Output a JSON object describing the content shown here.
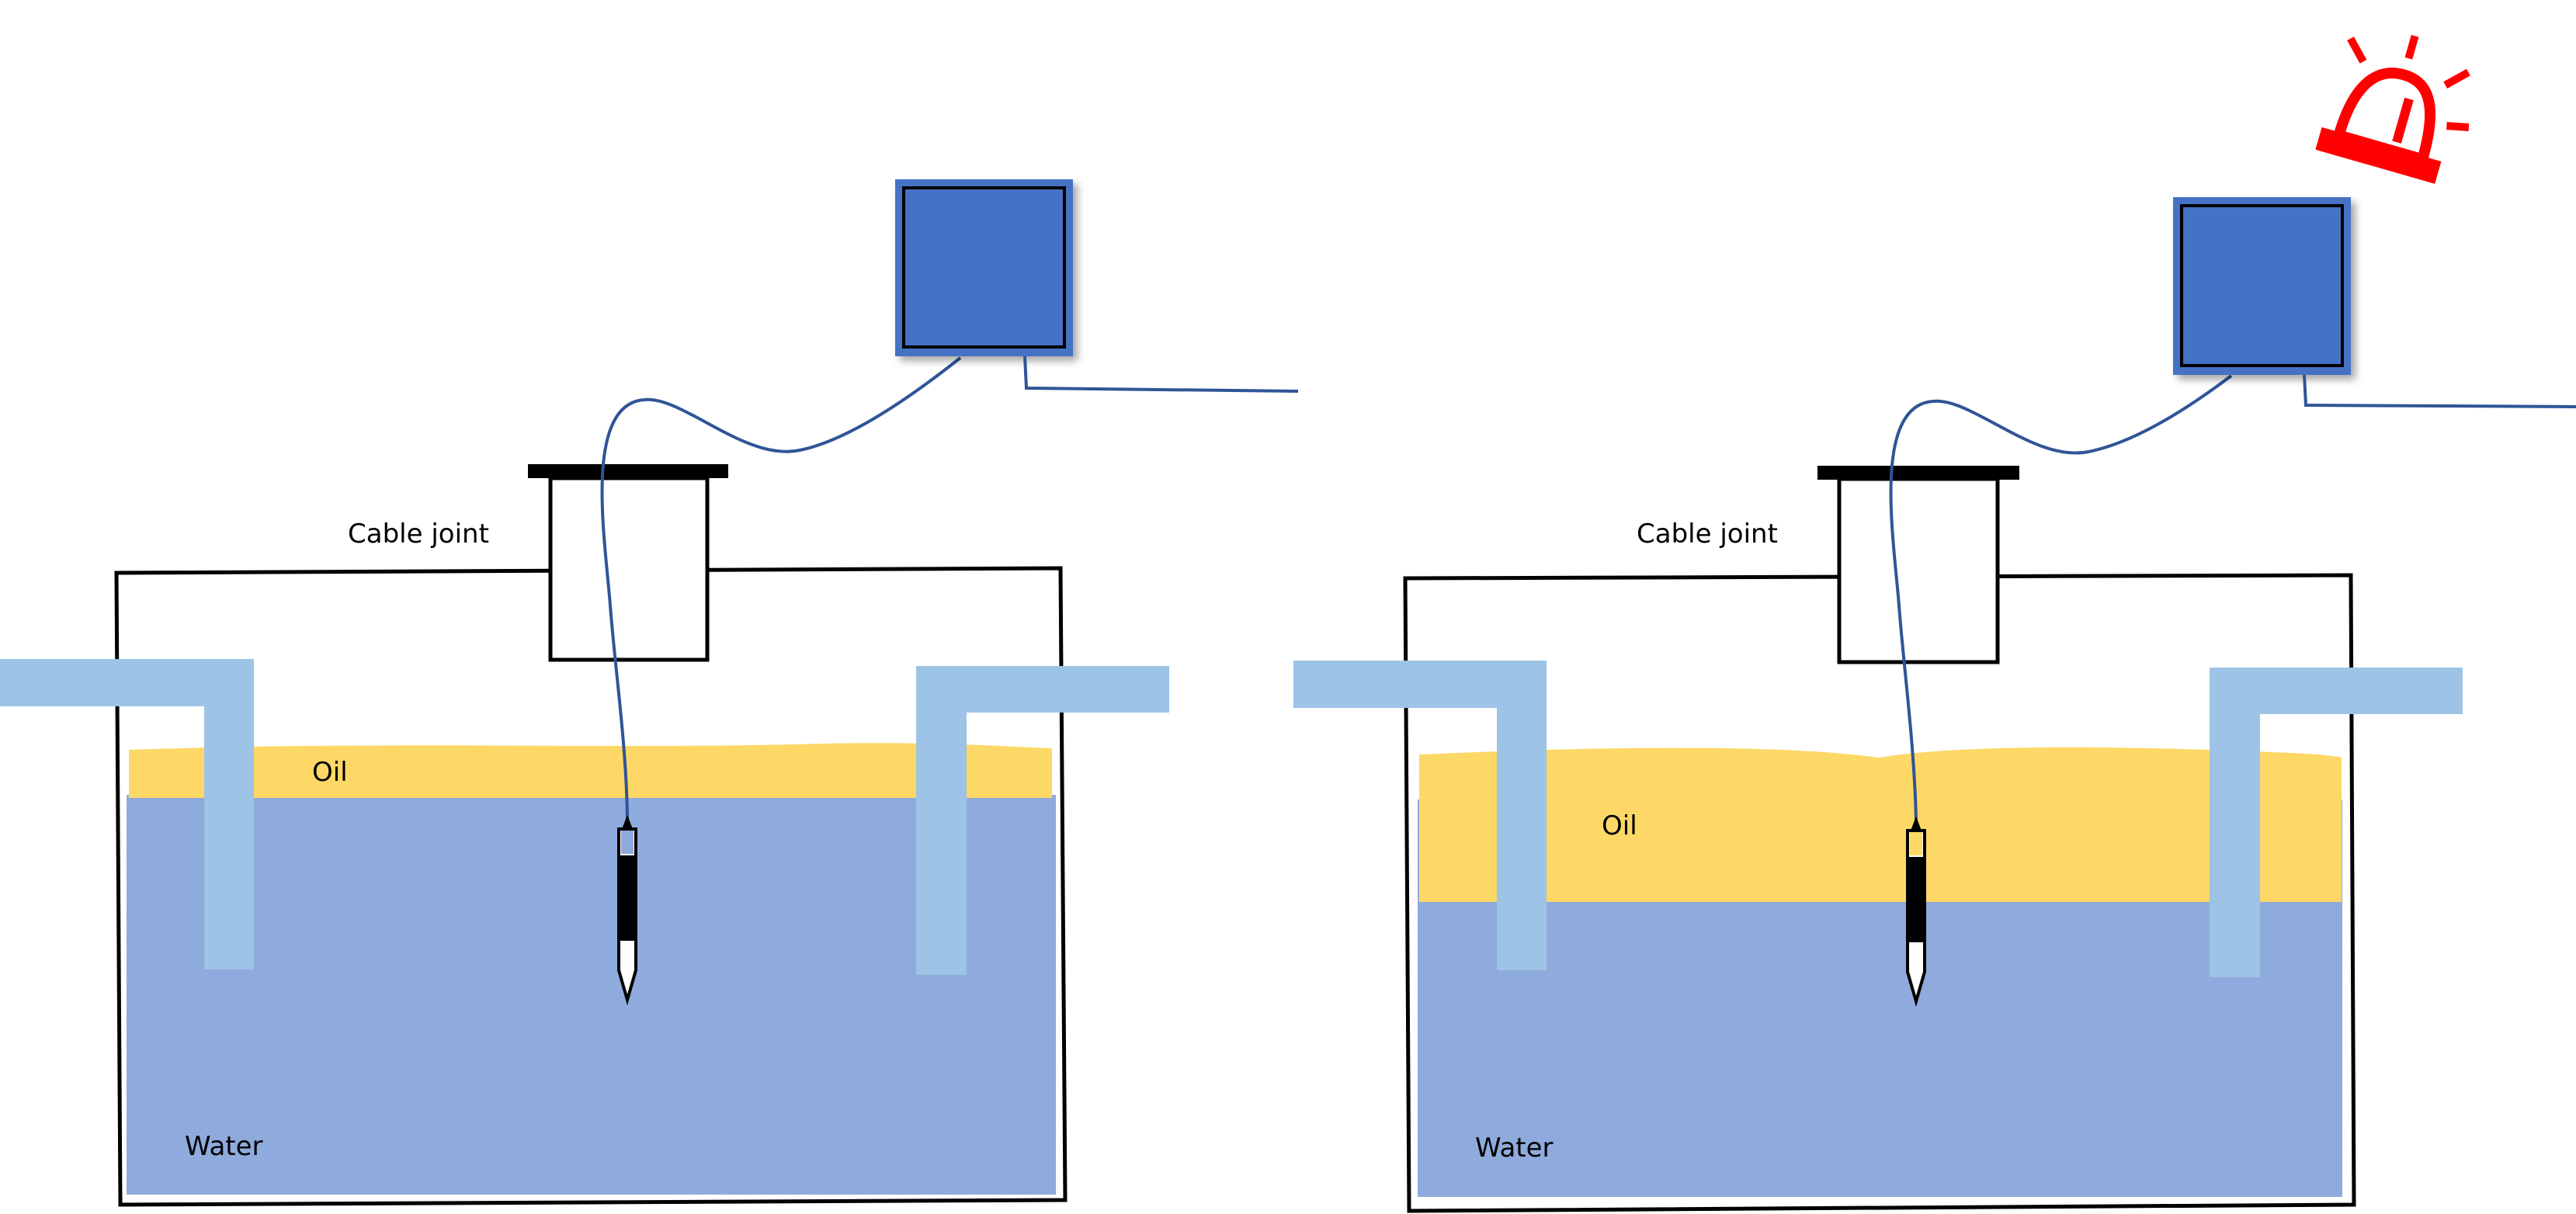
{
  "panels": [
    {
      "state": "normal",
      "labels": {
        "cable_joint": "Cable joint",
        "oil": "Oil",
        "water": "Water"
      },
      "alarm_visible": false,
      "oil_layer_relative_thickness": "thin"
    },
    {
      "state": "alarm",
      "labels": {
        "cable_joint": "Cable joint",
        "oil": "Oil",
        "water": "Water"
      },
      "alarm_visible": true,
      "oil_layer_relative_thickness": "thick"
    }
  ],
  "icons": {
    "controller": "controller-box-icon",
    "sensor": "sensor-probe-icon",
    "alarm": "alarm-beacon-icon"
  },
  "colors": {
    "water": "#8faadc",
    "oil": "#fdd866",
    "pipe": "#9dc3e6",
    "controller_fill": "#4472c4",
    "cable": "#2f5597",
    "alarm": "#ff0000",
    "outline": "#000000"
  }
}
